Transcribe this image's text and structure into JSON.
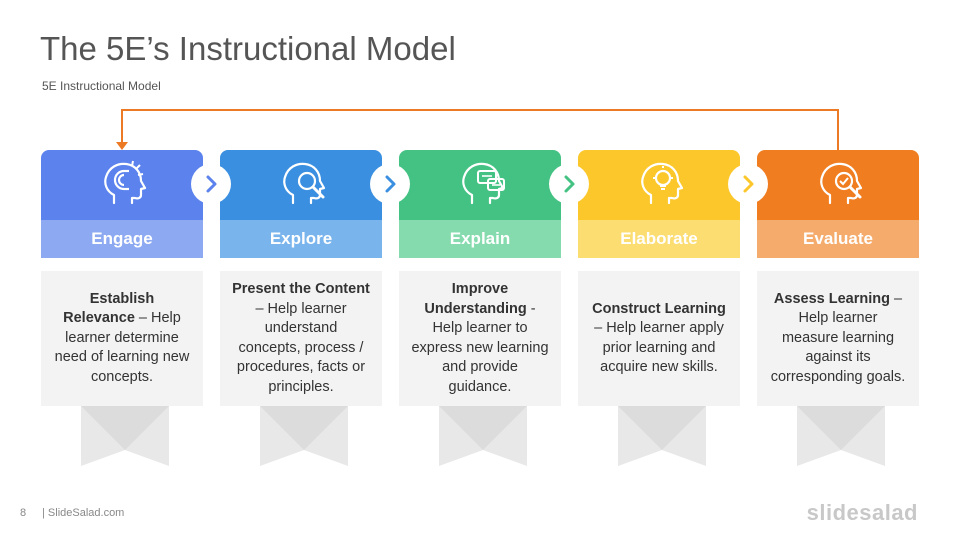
{
  "title": "The 5E’s Instructional Model",
  "subtitle": "5E Instructional Model",
  "loop_color": "#ec7a25",
  "stages": [
    {
      "label": "Engage",
      "head_color": "#5b82ed",
      "label_color": "#8da9f2",
      "icon": "head-magnet-icon",
      "bold": "Establish Relevance",
      "text": " – Help learner determine need of learning new concepts."
    },
    {
      "label": "Explore",
      "head_color": "#3a8fe0",
      "label_color": "#7ab4ec",
      "icon": "head-magnifier-icon",
      "bold": "Present the Content",
      "text": " – Help learner understand concepts, process / procedures, facts or principles."
    },
    {
      "label": "Explain",
      "head_color": "#43c283",
      "label_color": "#86dbae",
      "icon": "head-speech-icon",
      "bold": "Improve Understanding",
      "text": " - Help learner to express new learning and provide guidance."
    },
    {
      "label": "Elaborate",
      "head_color": "#fbc72b",
      "label_color": "#fcdd72",
      "icon": "head-lightbulb-icon",
      "bold": "Construct Learning",
      "text": " – Help learner apply prior learning and acquire new skills."
    },
    {
      "label": "Evaluate",
      "head_color": "#f07d1f",
      "label_color": "#f5ab6c",
      "icon": "head-check-icon",
      "bold": "Assess Learning",
      "text": " – Help learner measure learning against its corresponding goals."
    }
  ],
  "chevron_colors": [
    "#5b82ed",
    "#3a8fe0",
    "#43c283",
    "#fbc72b"
  ],
  "footer": {
    "page_number": "8",
    "site": "| SlideSalad.com",
    "brand": "slidesalad"
  }
}
